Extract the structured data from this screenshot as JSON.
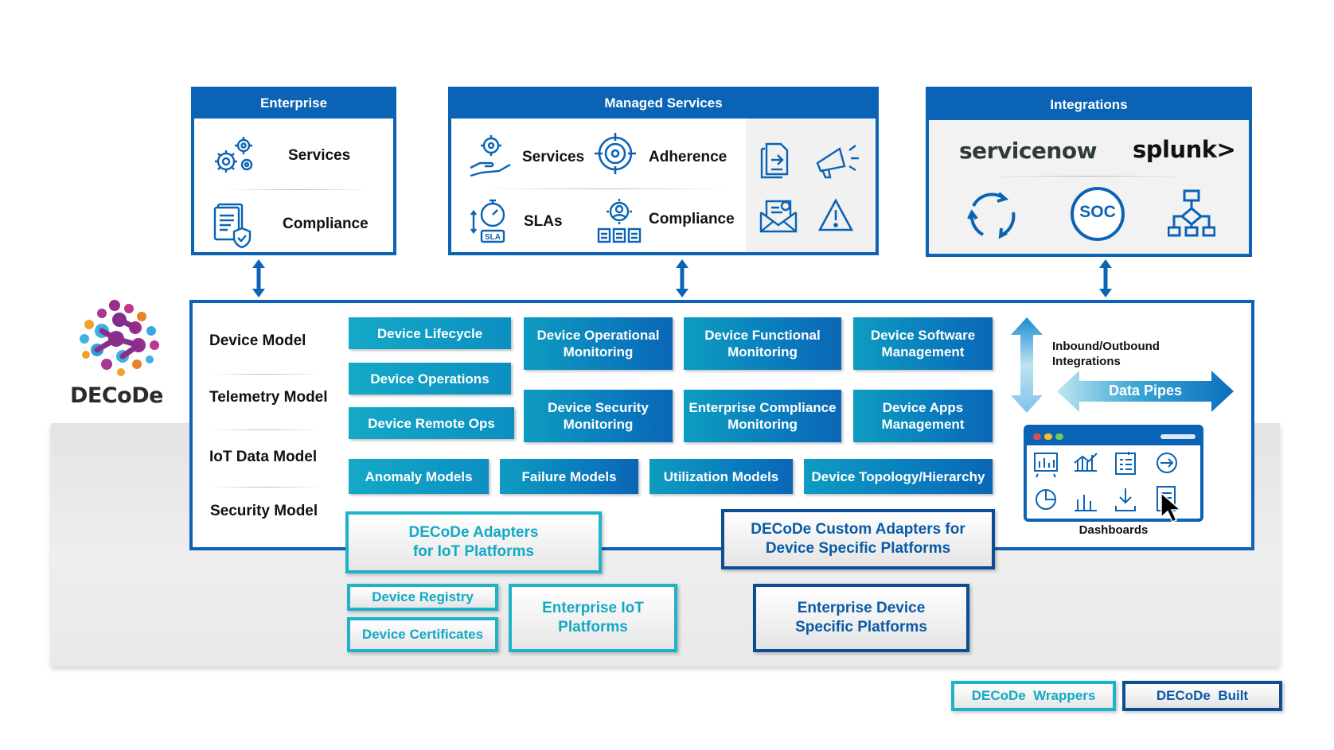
{
  "brand": {
    "name": "DECoDe"
  },
  "enterprise": {
    "title": "Enterprise",
    "items": [
      "Services",
      "Compliance"
    ]
  },
  "managed_services": {
    "title": "Managed Services",
    "items": [
      "Services",
      "Adherence",
      "SLAs",
      "Compliance"
    ]
  },
  "integrations": {
    "title": "Integrations",
    "logos": [
      "servicenow",
      "splunk>"
    ],
    "soc_label": "SOC"
  },
  "models": [
    "Device Model",
    "Telemetry Model",
    "IoT Data Model",
    "Security Model"
  ],
  "tiles": {
    "device_lifecycle": "Device Lifecycle",
    "device_operations": "Device Operations",
    "device_remote_ops": "Device Remote Ops",
    "device_operational_monitoring": "Device Operational Monitoring",
    "device_functional_monitoring": "Device Functional Monitoring",
    "device_software_management": "Device Software Management",
    "device_security_monitoring": "Device Security Monitoring",
    "enterprise_compliance_monitoring": "Enterprise Compliance Monitoring",
    "device_apps_management": "Device Apps Management",
    "anomaly_models": "Anomaly Models",
    "failure_models": "Failure Models",
    "utilization_models": "Utilization Models",
    "device_topology": "Device Topology/Hierarchy"
  },
  "pipes": {
    "inbound_outbound": "Inbound/Outbound Integrations",
    "data_pipes": "Data Pipes",
    "dashboards": "Dashboards"
  },
  "adapters": {
    "iot": "DECoDe Adapters for IoT Platforms",
    "custom": "DECoDe Custom Adapters for Device Specific Platforms"
  },
  "platforms": {
    "device_registry": "Device Registry",
    "device_certificates": "Device Certificates",
    "enterprise_iot": "Enterprise IoT Platforms",
    "enterprise_device": "Enterprise Device Specific Platforms"
  },
  "legend": {
    "wrappers": "DECoDe  Wrappers",
    "built": "DECoDe  Built"
  },
  "colors": {
    "primary_blue": "#0a63b5",
    "wrapper_teal": "#1fb3c9",
    "built_navy": "#0c4e93"
  }
}
